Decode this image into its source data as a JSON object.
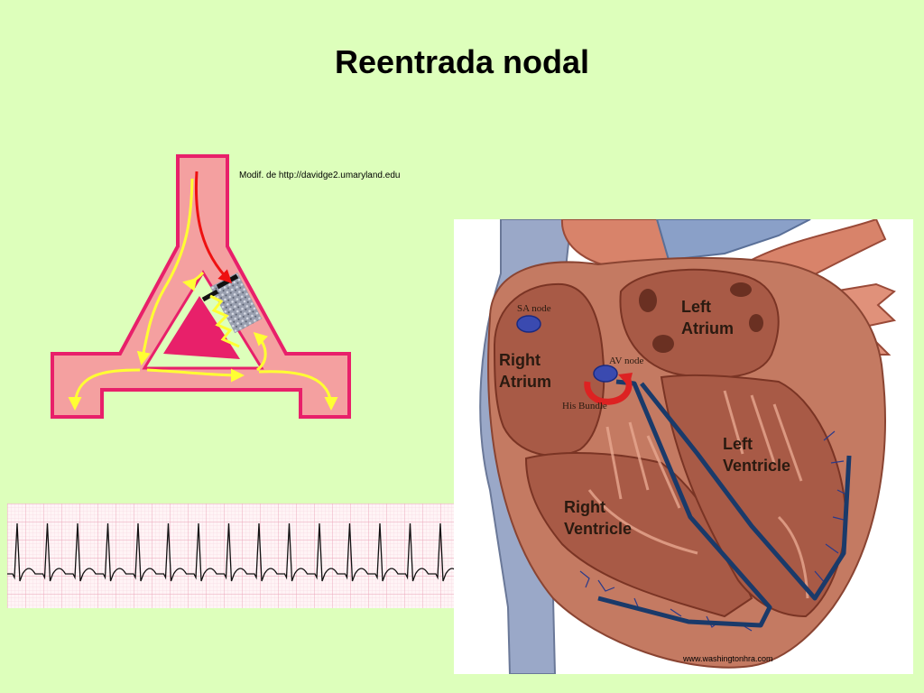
{
  "slide": {
    "title": "Reentrada nodal",
    "credit_top": "Modif. de http://davidge2.umaryland.edu",
    "credit_bottom": "www.washingtonhra.com"
  },
  "heart": {
    "labels": {
      "sa_node": "SA node",
      "av_node": "AV node",
      "his_bundle": "His Bundle",
      "right_atrium": [
        "Right",
        "Atrium"
      ],
      "left_atrium": [
        "Left",
        "Atrium"
      ],
      "left_ventricle": [
        "Left",
        "Ventricle"
      ],
      "right_ventricle": [
        "Right",
        "Ventricle"
      ]
    }
  },
  "colors": {
    "background": "#ddffbb",
    "pathway_fill": "#f4a0a0",
    "pathway_border": "#e8206a",
    "node_triangle": "#e8206a",
    "arrow_yellow": "#ffff33",
    "arrow_red": "#ee1111",
    "ecg_grid": "#f0b8c8",
    "heart_tissue": "#b86a55",
    "conduction_blue": "#1a3a6a"
  }
}
